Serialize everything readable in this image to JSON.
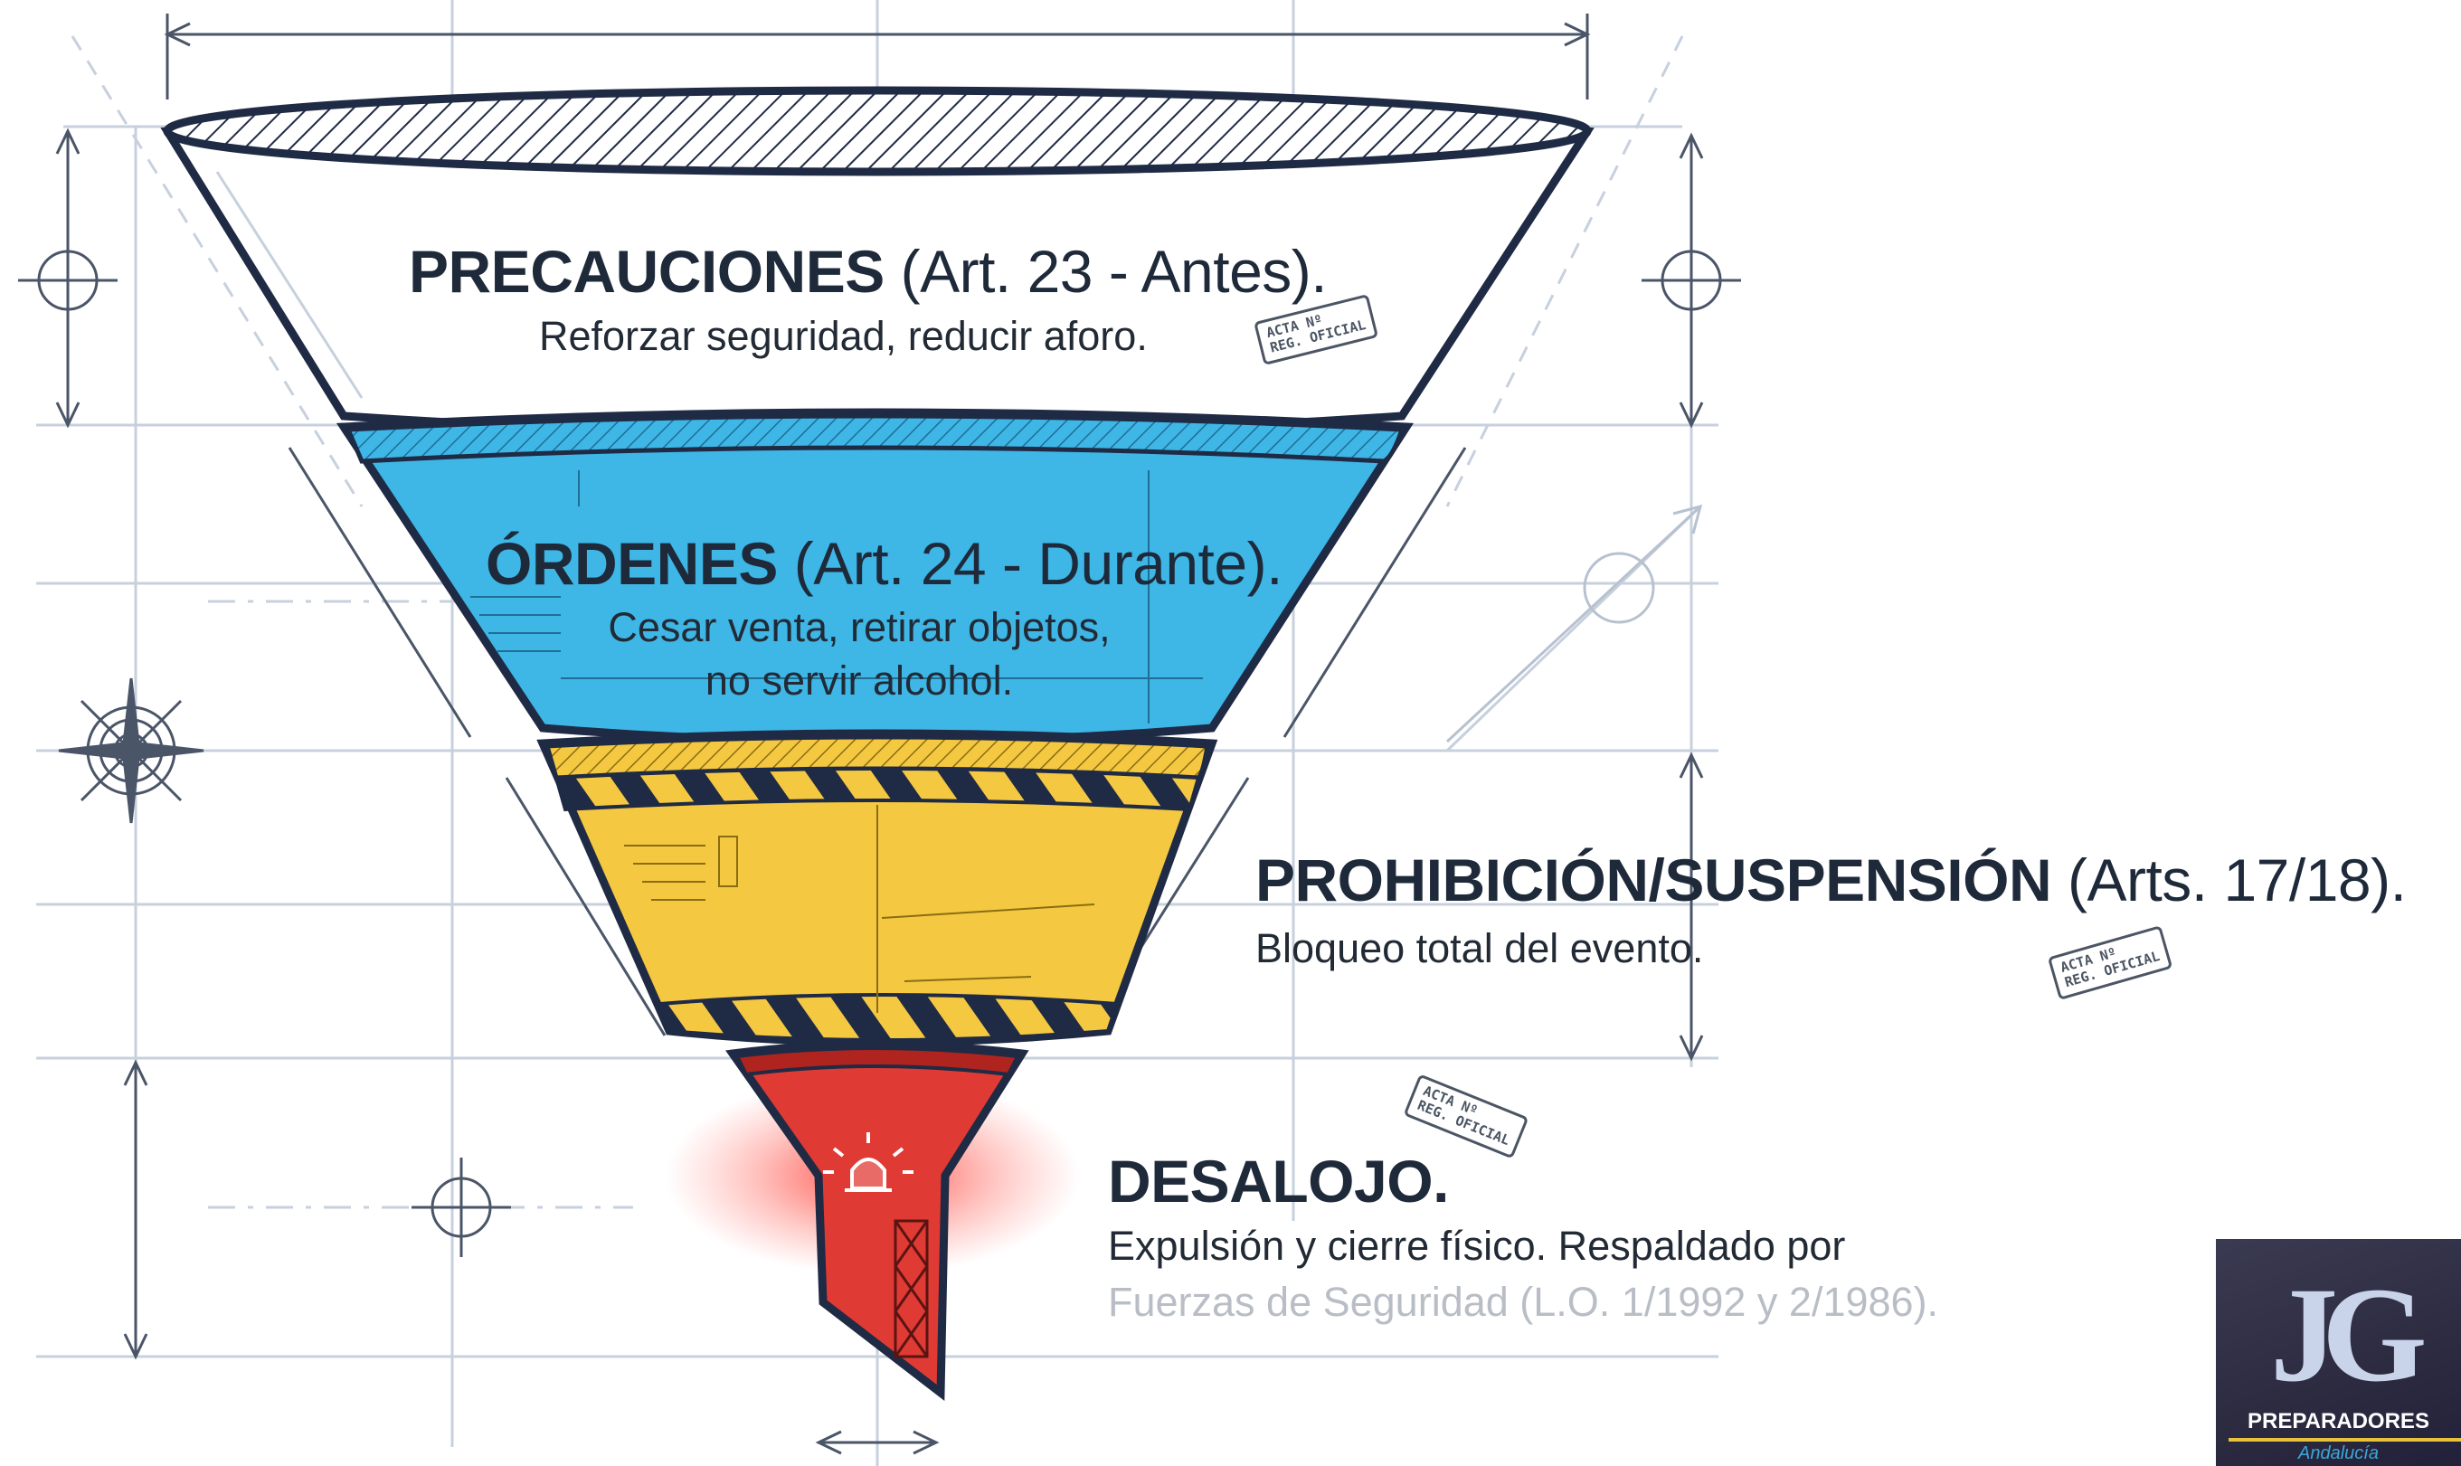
{
  "colors": {
    "line": "#1f2a44",
    "tier1": "#ffffff",
    "tier2": "#3eb6e6",
    "tier3": "#f5c842",
    "tier4": "#e03a34",
    "blueprint": "#c7d0dd"
  },
  "tiers": [
    {
      "title": "PRECAUCIONES",
      "article": " (Art. 23 - Antes).",
      "desc": "Reforzar seguridad, reducir aforo."
    },
    {
      "title": "ÓRDENES",
      "article": " (Art. 24 - Durante).",
      "desc_1": "Cesar venta, retirar objetos,",
      "desc_2": "no servir alcohol."
    },
    {
      "title": "PROHIBICIÓN/SUSPENSIÓN",
      "article": " (Arts. 17/18).",
      "desc": "Bloqueo total del evento."
    },
    {
      "title": "DESALOJO.",
      "desc_1": "Expulsión y cierre físico. Respaldado por",
      "desc_2": "Fuerzas de Seguridad (L.O. 1/1992 y 2/1986)."
    }
  ],
  "stamps": [
    {
      "line1": "ACTA Nº",
      "line2": "REG. OFICIAL"
    },
    {
      "line1": "ACTA Nº",
      "line2": "REG. OFICIAL"
    },
    {
      "line1": "ACTA Nº",
      "line2": "REG. OFICIAL"
    }
  ],
  "icons": [
    "siren-icon",
    "compass-icon",
    "crosshair-icon"
  ],
  "logo": {
    "brand": "PREPARADORES",
    "region": "Andalucía"
  }
}
